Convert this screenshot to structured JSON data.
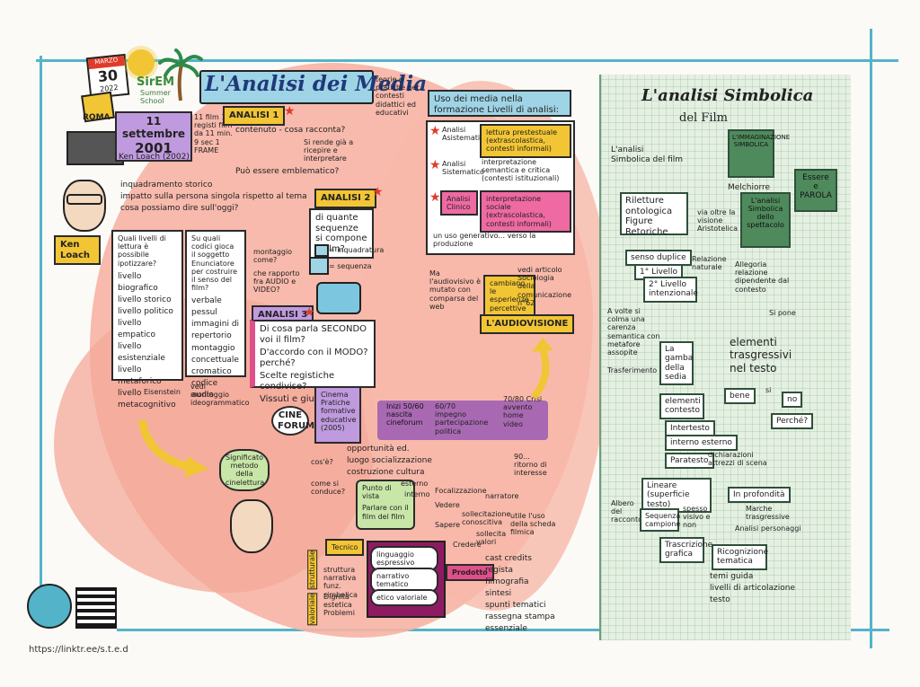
{
  "header": {
    "calendar_date": "30",
    "calendar_month": "MARZO",
    "calendar_year": "2022",
    "summer_school_logo": "SirEM",
    "summer_school_text": "Summer School",
    "city": "ROMA",
    "title": "L'Analisi dei Media",
    "subtitle": "teorie e pratiche per contesti didattici ed educativi"
  },
  "film": {
    "title_line1": "11 settembre",
    "title_line2": "2001",
    "director_credit": "Ken Loach (2002)",
    "notes": "11 film 11 registi film da 11 min. 9 sec 1 FRAME",
    "director_label": "Ken Loach"
  },
  "analisi1": {
    "label": "ANALISI 1",
    "q1": "contenuto - cosa racconta?",
    "q2": "Si rende già a ricepire e interpretare",
    "q3": "Può essere emblematico?",
    "bullets": [
      "inquadramento storico",
      "impatto sulla persona singola rispetto al tema",
      "cosa possiamo dire sull'oggi?"
    ]
  },
  "analisi2": {
    "label": "ANALISI 2",
    "q1": "di quante sequenze si compone il film?",
    "legend1": "= inquadratura",
    "legend2": "= sequenza",
    "q2": "montaggio come?",
    "q3": "che rapporto fra AUDIO e VIDEO?"
  },
  "analisi3": {
    "label": "ANALISI 3",
    "items": [
      "Di cosa parla SECONDO voi il film?",
      "D'accordo con il MODO? perché?",
      "Scelte registiche condivise?",
      "Vissuti e giudizi."
    ]
  },
  "livelli": {
    "question": "Quali livelli di lettura è possibile ipotizzare?",
    "items": [
      "livello biografico",
      "livello storico",
      "livello politico",
      "livello empatico",
      "livello esistenziale",
      "livello metaforico",
      "livello metacognitivo"
    ]
  },
  "codici": {
    "question": "Su quali codici gioca il soggetto Enunciatore per costruire il senso del film?",
    "items": [
      "verbale",
      "pessul",
      "immagini di repertorio",
      "montaggio concettuale",
      "cromatico",
      "codice audio"
    ],
    "eisenstein": "Eisenstein",
    "ideogrammatico": "vedi montaggio ideogrammatico"
  },
  "uso_media": {
    "title": "Uso dei media nella formazione Livelli di analisi:",
    "levels": [
      {
        "name": "Analisi Asistematico",
        "desc": "lettura prestestuale (extrascolastica, contesti informali)"
      },
      {
        "name": "Analisi Sistematico",
        "desc": "interpretazione semantica e critica (contesti istituzionali)"
      },
      {
        "name": "Analisi Clinico",
        "desc": "interpretazione sociale (extrascolastica, contesti informali)"
      }
    ],
    "generativo": "un uso generativo... verso la produzione",
    "audiovisivo": "Ma l'audiovisivo è mutato con comparsa del web",
    "cambiano": "cambiano le esperienze percettive",
    "articolo": "vedi articolo Sociologia della comunicazione n°62",
    "audiovisione": "L'AUDIOVISIONE"
  },
  "cineforum": {
    "label": "CINE FORUM",
    "book": "Cinema Pratiche formative educative (2005)",
    "cose": "cos'è?",
    "come": "come si conduce?",
    "features": [
      "opportunità ed.",
      "luogo socializzazione",
      "costruzione cultura"
    ],
    "punto_vista": "Punto di vista",
    "esterno": "esterno",
    "interno": "interno",
    "parlare": "Parlare con il film del film",
    "focalizzazione": "Focalizzazione",
    "narratore": "narratore",
    "vedere": "Vedere",
    "sapere": "Sapere",
    "credere": "Credere",
    "sollecitazione": "sollecitazione conoscitiva",
    "sollecita_valori": "sollecita valori",
    "scheda": "utile l'uso della scheda filmica",
    "prodotto": "Prodotto",
    "prodotto_items": [
      "cast credits",
      "regista filmografia",
      "sintesi",
      "spunti tematici",
      "rassegna stampa",
      "essenziale"
    ],
    "significato": "Significato metodo della cinelettura"
  },
  "timeline": {
    "t1": "Inizi 50/60 nascita cineforum",
    "t2": "60/70 impegno partecipazione politica",
    "t3": "70/80 Crisi avvento home video",
    "t4": "90... ritorno di interesse"
  },
  "strati": {
    "tecnico": "Tecnico",
    "strutturale": "strutturale",
    "valoriale": "valoriale",
    "b1": "linguaggio espressivo",
    "b2": "narrativo tematico",
    "b3": "etico valoriale",
    "l1": "struttura narrativa funz. simbolica",
    "l2": "Dignità estetica Problemi"
  },
  "simbolica": {
    "title": "L'analisi Simbolica",
    "subtitle": "del Film",
    "intro": "L'analisi Simbolica del film",
    "book1": "L'IMMAGINAZIONE SIMBOLICA",
    "melchiorre": "Melchiorre",
    "book2": "Essere e PAROLA",
    "book3": "L'analisi Simbolica dello spettacolo",
    "riletture": "Riletture ontologica Figure Retoriche",
    "via": "via oltre la visione Aristotelica",
    "senso": "senso duplice",
    "livello1": "1° Livello",
    "livello2": "2° Livello intenzionale",
    "relazione": "Relazione naturale",
    "allegoria": "Allegoria relazione dipendente dal contesto",
    "carenza": "A volte si colma una carenza semantica con metafore assopite",
    "gamba": "La gamba della sedia",
    "trasferimento": "Trasferimento",
    "porre": "Si pone",
    "elementi": "elementi trasgressivi nel testo",
    "bene": "bene",
    "si": "si",
    "no": "no",
    "perche": "Perché?",
    "elementi_contesto": "elementi contesto",
    "intertesto": "Intertesto",
    "interno_esterno": "interno esterno",
    "paratesto": "Paratesto",
    "dichiarazioni": "dichiarazioni attrezzi di scena",
    "lineare": "Lineare (superficie testo)",
    "profondita": "In profondità",
    "albero": "Albero del racconto",
    "sequenza": "Sequenza campione",
    "spesso": "spesso visivo e non",
    "marche": "Marche trasgressive",
    "analisi_personaggi": "Analisi personaggi",
    "trascrizione": "Trascrizione grafica",
    "ricognizione": "Ricognizione tematica",
    "temi_items": [
      "temi guida",
      "livelli di articolazione testo"
    ]
  },
  "footer": {
    "link": "https://linktr.ee/s.t.e.d"
  },
  "colors": {
    "salmon": "#f4a79a",
    "purple": "#9d6cc4",
    "yellow": "#f2c534",
    "green": "#5d9c6e",
    "pink": "#e14f8a",
    "teal_frame": "#53b4c9"
  }
}
